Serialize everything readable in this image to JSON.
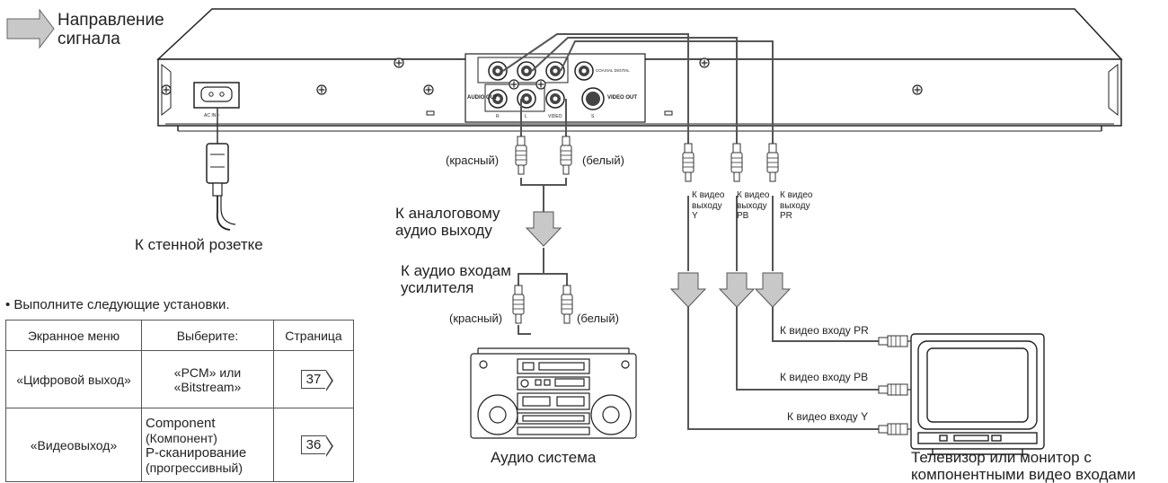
{
  "signal_direction": {
    "line1": "Направление",
    "line2": "сигнала"
  },
  "player_panel": {
    "ac_label": "AC IN ~",
    "coaxial_label": "COAXIAL DIGITAL",
    "audio_out_label": "AUDIO OUT",
    "video_out_label": "VIDEO OUT",
    "r_label": "R",
    "l_label": "L",
    "video_label": "VIDEO",
    "s_label": "S"
  },
  "power": {
    "label": "К стенной розетке"
  },
  "audio": {
    "red_top": "(красный)",
    "white_top": "(белый)",
    "analog_out_line1": "К аналоговому",
    "analog_out_line2": "аудио выходу",
    "amp_in_line1": "К аудио входам",
    "amp_in_line2": "усилителя",
    "red_bottom": "(красный)",
    "white_bottom": "(белый)",
    "system_label": "Аудио система"
  },
  "video": {
    "out_y": [
      "К видео",
      "выходу",
      "Y"
    ],
    "out_pb": [
      "К видео",
      "выходу",
      "PB"
    ],
    "out_pr": [
      "К видео",
      "выходу",
      "PR"
    ],
    "in_pr": "К видео входу PR",
    "in_pb": "К видео входу  PB",
    "in_y": "К видео входу Y",
    "tv_line1": "Телевизор или монитор с",
    "tv_line2": "компонентными видео входами"
  },
  "settings": {
    "intro": "• Выполните следующие установки.",
    "headers": [
      "Экранное меню",
      "Выберите:",
      "Страница"
    ],
    "rows": [
      {
        "menu": "«Цифровой выход»",
        "choice": [
          "«PCM» или",
          "«Bitstream»"
        ],
        "page": "37"
      },
      {
        "menu": "«Видеовыход»",
        "choice": [
          "Component",
          "(Компонент)",
          "P-сканирование",
          "(прогрессивный)"
        ],
        "page": "36"
      }
    ]
  }
}
